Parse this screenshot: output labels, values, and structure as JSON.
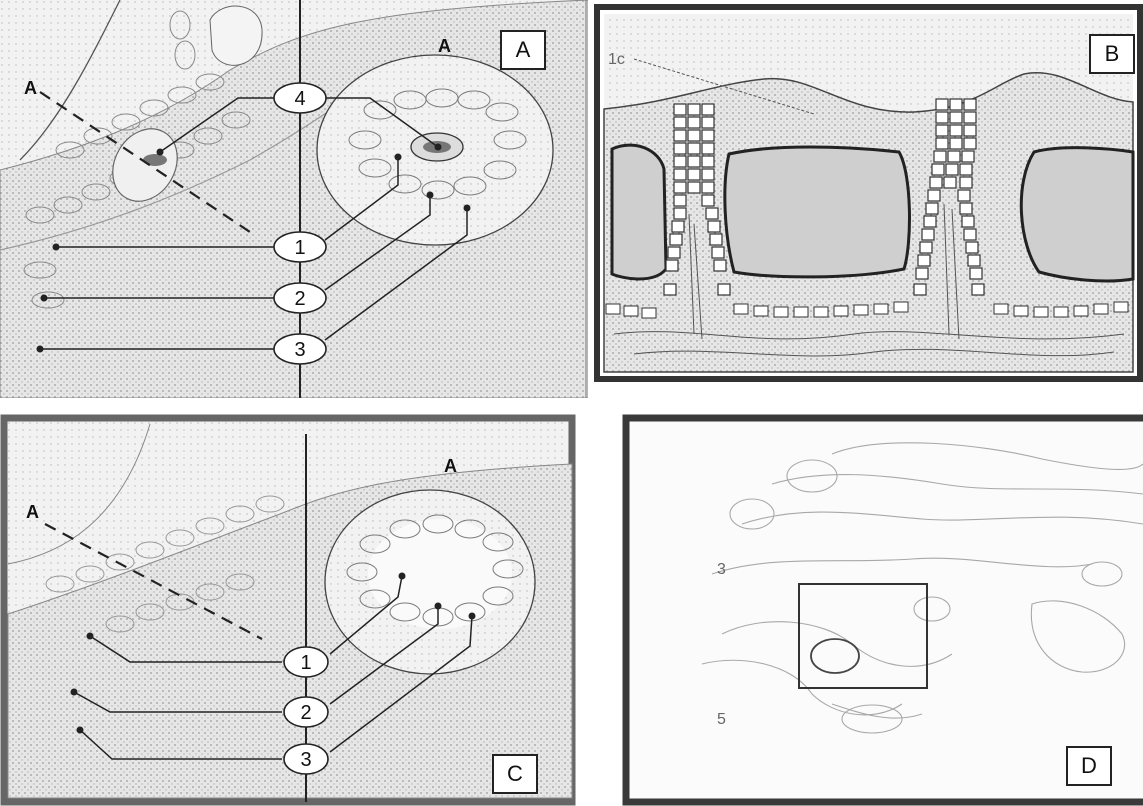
{
  "panels": {
    "A": {
      "corner_letter": "A",
      "region_label": "A",
      "section_label": "A",
      "numbers": [
        "4",
        "1",
        "2",
        "3"
      ]
    },
    "B": {
      "corner_letter": "B",
      "edge_label": "1c"
    },
    "C": {
      "corner_letter": "C",
      "region_label": "A",
      "section_label": "A",
      "numbers": [
        "1",
        "2",
        "3"
      ]
    },
    "D": {
      "corner_letter": "D",
      "numbers": [
        "3",
        "5"
      ]
    }
  },
  "colors": {
    "stipple": "#d9d9d9",
    "line": "#222222",
    "frame": "#3a3a3a"
  }
}
